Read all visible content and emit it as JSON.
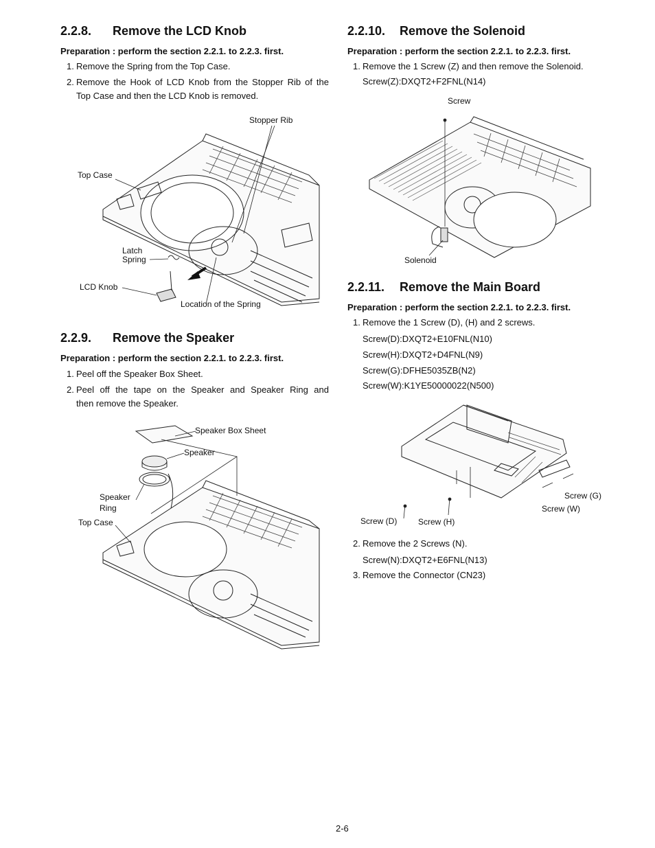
{
  "sections": {
    "lcd_knob": {
      "number": "2.2.8.",
      "title": "Remove the LCD Knob",
      "prep": "Preparation : perform the section 2.2.1. to 2.2.3. first.",
      "steps": [
        {
          "n": "1.",
          "lines": [
            "Remove the Spring from the Top Case."
          ]
        },
        {
          "n": "2.",
          "lines": [
            "Remove the Hook of LCD Knob from the Stopper Rib of the",
            "Top Case and then the LCD Knob is removed."
          ]
        }
      ],
      "figure_labels": {
        "stopper_rib": "Stopper Rib",
        "top_case": "Top Case",
        "latch": "Latch",
        "spring": "Spring",
        "lcd_knob": "LCD Knob",
        "location": "Location of the Spring"
      }
    },
    "speaker": {
      "number": "2.2.9.",
      "title": "Remove the Speaker",
      "prep": "Preparation : perform the section 2.2.1. to 2.2.3. first.",
      "steps": [
        {
          "n": "1.",
          "lines": [
            "Peel off the Speaker Box Sheet."
          ]
        },
        {
          "n": "2.",
          "lines": [
            "Peel off the tape on the Speaker and Speaker Ring and",
            "then remove the Speaker."
          ]
        }
      ],
      "figure_labels": {
        "box_sheet": "Speaker Box Sheet",
        "speaker": "Speaker",
        "ring1": "Speaker",
        "ring2": "Ring",
        "top_case": "Top Case"
      }
    },
    "solenoid": {
      "number": "2.2.10.",
      "title": "Remove the Solenoid",
      "prep": "Preparation : perform the section 2.2.1. to 2.2.3. first.",
      "steps": [
        {
          "n": "1.",
          "lines": [
            "Remove the 1 Screw (Z) and then remove the Solenoid."
          ]
        }
      ],
      "screw": "Screw(Z):DXQT2+F2FNL(N14)",
      "figure_labels": {
        "screw": "Screw",
        "solenoid": "Solenoid"
      }
    },
    "main_board": {
      "number": "2.2.11.",
      "title": "Remove the Main Board",
      "prep": "Preparation : perform the section 2.2.1. to 2.2.3. first.",
      "step1": "Remove the 1 Screw (D), (H) and 2 screws.",
      "step1_n": "1.",
      "screws": [
        "Screw(D):DXQT2+E10FNL(N10)",
        "Screw(H):DXQT2+D4FNL(N9)",
        "Screw(G):DFHE5035ZB(N2)",
        "Screw(W):K1YE50000022(N500)"
      ],
      "figure_labels": {
        "screw_g": "Screw (G)",
        "screw_w": "Screw (W)",
        "screw_d": "Screw (D)",
        "screw_h": "Screw (H)"
      },
      "step2_n": "2.",
      "step2": "Remove the 2 Screws (N).",
      "step2_screw": "Screw(N):DXQT2+E6FNL(N13)",
      "step3_n": "3.",
      "step3": "Remove the Connector (CN23)"
    }
  },
  "page_number": "2-6"
}
